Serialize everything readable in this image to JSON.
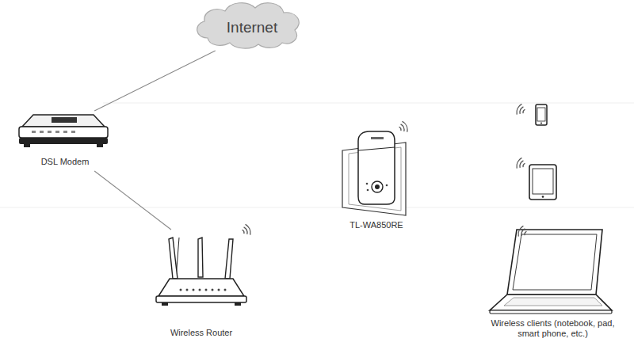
{
  "diagram": {
    "nodes": [
      {
        "text": [
          "Internet"
        ]
      },
      {
        "text": [
          "DSL Modem"
        ]
      },
      {
        "text": [
          "Wireless Router"
        ]
      },
      {
        "text": [
          "TL-WA850RE"
        ]
      },
      {
        "text": [
          "Wireless clients (notebook, pad, smart phone, etc.)"
        ]
      }
    ],
    "edges": [
      {
        "from": 0,
        "to": 1,
        "arrow": "none"
      },
      {
        "from": 1,
        "to": 2,
        "arrow": "none"
      }
    ]
  }
}
